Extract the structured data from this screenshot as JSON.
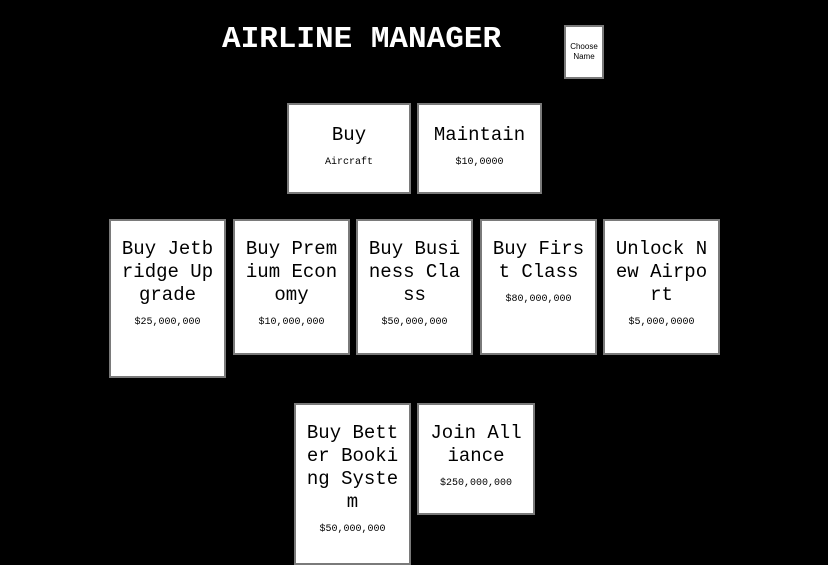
{
  "header": {
    "title": "AIRLINE MANAGER",
    "choose_name": "Choose Name"
  },
  "actions": {
    "buy_aircraft": {
      "label": "Buy",
      "price": "Aircraft"
    },
    "maintain": {
      "label": "Maintain",
      "price": "$10,0000"
    },
    "buy_jetbridge_upgrade": {
      "label": "Buy Jetbridge Upgrade",
      "price": "$25,000,000"
    },
    "buy_premium_economy": {
      "label": "Buy Premium Economy",
      "price": "$10,000,000"
    },
    "buy_business_class": {
      "label": "Buy Business Class",
      "price": "$50,000,000"
    },
    "buy_first_class": {
      "label": "Buy First Class",
      "price": "$80,000,000"
    },
    "unlock_new_airport": {
      "label": "Unlock New Airport",
      "price": "$5,000,0000"
    },
    "buy_better_booking_system": {
      "label": "Buy Better Booking System",
      "price": "$50,000,000"
    },
    "join_alliance": {
      "label": "Join Alliance",
      "price": "$250,000,000"
    }
  }
}
